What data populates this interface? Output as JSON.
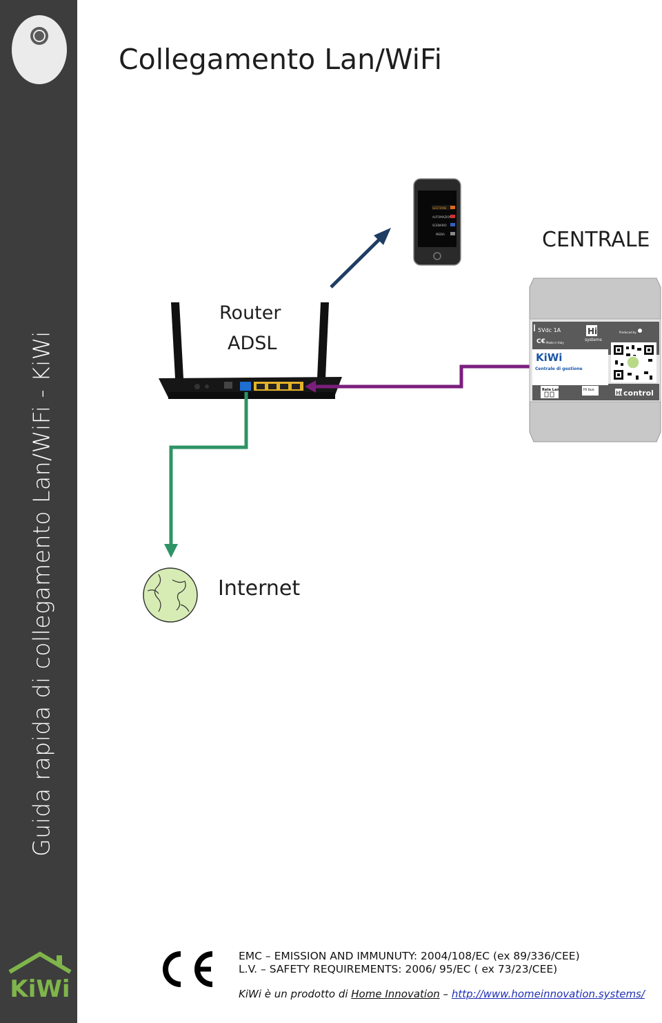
{
  "sidebar": {
    "title": "Guida rapida di collegamento Lan/WiFi   - KiWi",
    "logo_letters": "KiWi"
  },
  "header": {
    "title": "Collegamento Lan/WiFi"
  },
  "diagram": {
    "centrale_label": "CENTRALE",
    "router_label_1": "Router",
    "router_label_2": "ADSL",
    "internet_label": "Internet",
    "phone_menu": [
      "GESTIONE",
      "AUTOMAZIONI",
      "SCENARIO",
      "MEDIA"
    ],
    "device": {
      "power": "5Vdc 1A",
      "brand": "KiWi",
      "subtitle": "Centrale di gestione",
      "made_in": "Made in Italy",
      "port_lan": "Rete Lan",
      "port_bus": "Hi bus",
      "hi_control": "Hi control",
      "produced_by": "Produced by",
      "systems": "systems"
    },
    "colors": {
      "lan_link": "#7b1f7d",
      "internet_link": "#2e9366",
      "wifi_link": "#1f3d63",
      "globe": "#d6ecb4"
    },
    "icons": [
      "smartphone-icon",
      "router-icon",
      "globe-icon",
      "kiwi-device-icon"
    ]
  },
  "compliance": {
    "emc": "EMC – EMISSION AND IMMUNUTY: 2004/108/EC  (ex 89/336/CEE)",
    "lv": "L.V.  – SAFETY REQUIREMENTS: 2006/   95/EC  ( ex 73/23/CEE)"
  },
  "footer": {
    "prefix": "KiWi è un prodotto di ",
    "company": "Home Innovation",
    "separator": " – ",
    "url": "http://www.homeinnovation.systems/"
  }
}
